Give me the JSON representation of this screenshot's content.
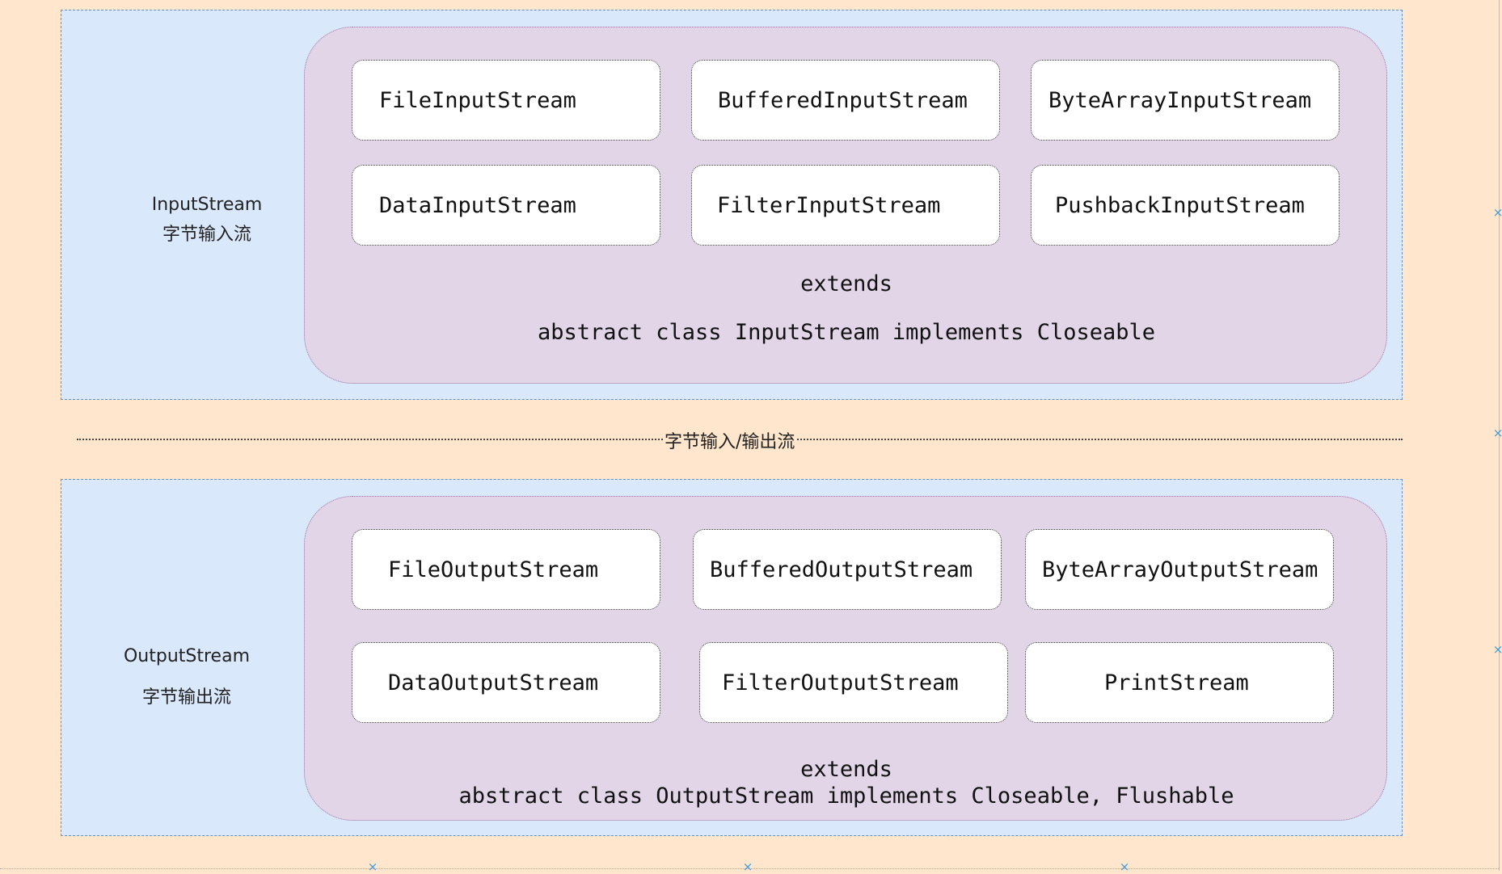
{
  "colors": {
    "background": "#ffe6cc",
    "group_fill": "#dae8fc",
    "group_border": "#6c8ebf",
    "inner_fill": "#e1d5e7",
    "inner_border": "#9673a6",
    "class_fill": "#ffffff"
  },
  "input_group": {
    "title": "InputStream",
    "subtitle": "字节输入流",
    "classes": [
      "FileInputStream",
      "BufferedInputStream",
      "ByteArrayInputStream",
      "DataInputStream",
      "FilterInputStream",
      "PushbackInputStream"
    ],
    "extends_label": "extends",
    "base_class": "abstract class InputStream implements Closeable"
  },
  "separator_label": "字节输入/输出流",
  "output_group": {
    "title": "OutputStream",
    "subtitle": "字节输出流",
    "classes": [
      "FileOutputStream",
      "BufferedOutputStream",
      "ByteArrayOutputStream",
      "DataOutputStream",
      "FilterOutputStream",
      "PrintStream"
    ],
    "extends_label": "extends",
    "base_class": "abstract class OutputStream implements Closeable, Flushable"
  },
  "marker_glyph": "×"
}
